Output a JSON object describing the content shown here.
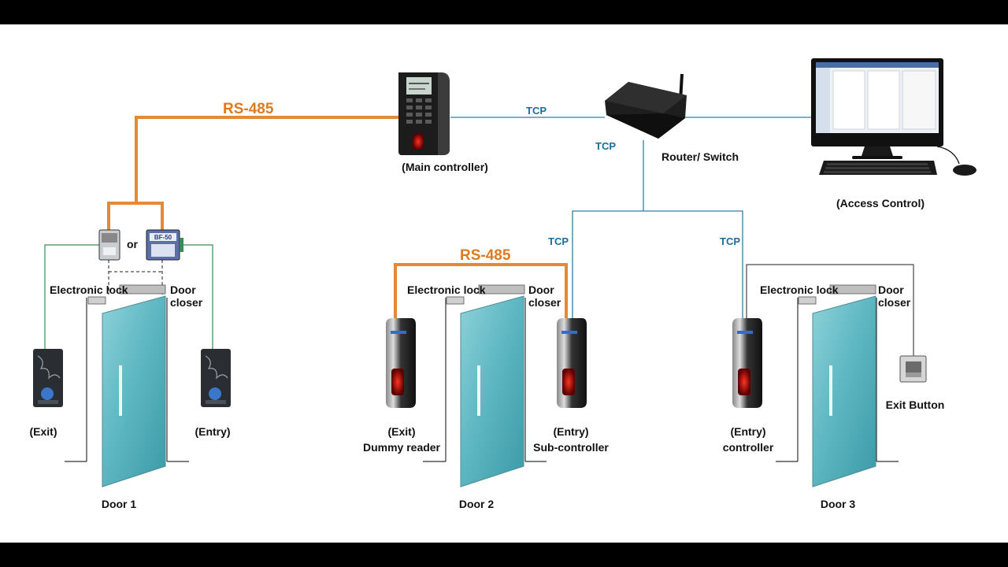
{
  "colors": {
    "rs485": "#e48a34",
    "tcp": "#2f7fa3",
    "wire": "#3a8a55",
    "glass": "#5fb8c3",
    "tcp_text": "#1a6e9a",
    "rs_text": "#e07a1f"
  },
  "links": {
    "rs485_top": "RS-485",
    "rs485_door2": "RS-485",
    "tcp_main": "TCP",
    "tcp_router": "TCP",
    "tcp_door2": "TCP",
    "tcp_door3": "TCP"
  },
  "devices": {
    "main_controller": "(Main controller)",
    "router": "Router/ Switch",
    "access_control": "(Access Control)",
    "converter_or": "or",
    "converter_badge": "BF-50"
  },
  "door1": {
    "lock": "Electronic lock",
    "closer_1": "Door",
    "closer_2": "closer",
    "exit": "(Exit)",
    "entry": "(Entry)",
    "name": "Door 1"
  },
  "door2": {
    "lock": "Electronic lock",
    "closer_1": "Door",
    "closer_2": "closer",
    "exit_1": "(Exit)",
    "exit_2": "Dummy reader",
    "entry_1": "(Entry)",
    "entry_2": "Sub-controller",
    "name": "Door 2"
  },
  "door3": {
    "lock": "Electronic lock",
    "closer_1": "Door",
    "closer_2": "closer",
    "entry_1": "(Entry)",
    "entry_2": "controller",
    "exit_button": "Exit Button",
    "name": "Door 3"
  }
}
